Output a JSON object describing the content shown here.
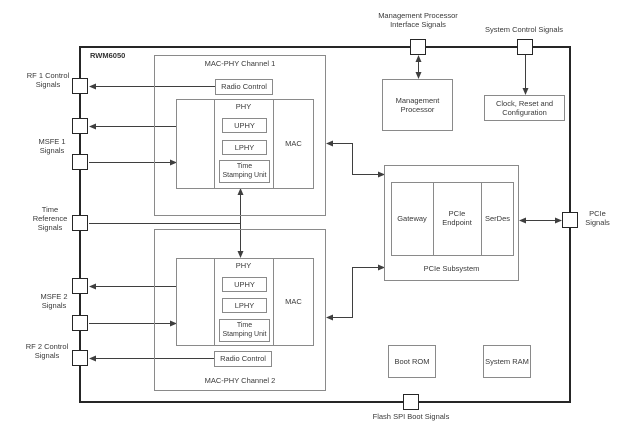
{
  "chip": {
    "name": "RWM6050"
  },
  "channel1": {
    "title": "MAC-PHY Channel 1",
    "radio": "Radio Control",
    "phy": "PHY",
    "uphy": "UPHY",
    "lphy": "LPHY",
    "tsu": [
      "Time",
      "Stamping Unit"
    ],
    "mac": "MAC"
  },
  "channel2": {
    "title": "MAC-PHY Channel 2",
    "radio": "Radio Control",
    "phy": "PHY",
    "uphy": "UPHY",
    "lphy": "LPHY",
    "tsu": [
      "Time",
      "Stamping Unit"
    ],
    "mac": "MAC"
  },
  "mgmt_processor": [
    "Management",
    "Processor"
  ],
  "clock_reset": [
    "Clock,  Reset and",
    "Configuration"
  ],
  "pcie_subsystem": {
    "title": "PCIe Subsystem",
    "gateway": "Gateway",
    "endpoint": [
      "PCIe",
      "Endpoint"
    ],
    "serdes": "SerDes"
  },
  "memory": {
    "boot_rom": "Boot ROM",
    "system_ram": "System RAM"
  },
  "signals": {
    "rf1": [
      "RF 1 Control",
      "Signals"
    ],
    "msfe1": [
      "MSFE 1",
      "Signals"
    ],
    "time_ref": [
      "Time",
      "Reference",
      "Signals"
    ],
    "msfe2": [
      "MSFE 2",
      "Signals"
    ],
    "rf2": [
      "RF 2 Control",
      "Signals"
    ],
    "mgmt": [
      "Management Processor",
      "Interface Signals"
    ],
    "sys_ctrl": [
      "System Control Signals"
    ],
    "pcie": [
      "PCIe",
      "Signals"
    ],
    "flash": [
      "Flash SPI Boot Signals"
    ]
  }
}
